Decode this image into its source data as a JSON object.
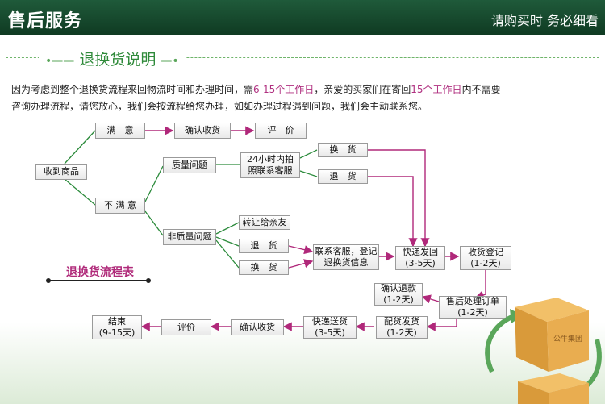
{
  "header": {
    "title": "售后服务",
    "slogan": "请购买时 务必细看"
  },
  "section": {
    "title": "退换货说明"
  },
  "intro": {
    "line1_a": "因为考虑到整个退换货流程来回物流时间和办理时间，需",
    "line1_h1": "6-15个工作日",
    "line1_b": "，亲爱的买家们在寄回",
    "line1_h2": "15个工作日",
    "line1_c": "内不需要",
    "line2": "咨询办理流程，请您放心，我们会按流程给您办理，如如办理过程遇到问题，我们会主动联系您。"
  },
  "nodes": {
    "receive": "收到商品",
    "satisfied": "满　意",
    "confirm1": "确认收货",
    "review1": "评　价",
    "unsatisfied": "不 满 意",
    "quality": "质量问题",
    "contact24": "24小时内拍\n照联系客服",
    "exchange1": "换　货",
    "return1": "退　货",
    "nonquality": "非质量问题",
    "gift": "转让给亲友",
    "return2": "退　货",
    "exchange2": "换　货",
    "service_register": "联系客服，登记\n退换货信息",
    "ship_back": "快递发回\n(3-5天)",
    "receive_register": "收货登记\n(1-2天)",
    "confirm_refund": "确认退款\n(1-2天)",
    "after_sale": "售后处理订单\n(1-2天)",
    "dispatch": "配货发货\n(1-2天)",
    "express_send": "快递送货\n(3-5天)",
    "confirm2": "确认收货",
    "review2": "评价",
    "end": "结束\n(9-15天)"
  },
  "legend": "退换货流程表",
  "box_label": "公牛集团",
  "colors": {
    "arrow": "#b0287a",
    "branch": "#2a8a3a",
    "header": "#1f5a3a"
  }
}
